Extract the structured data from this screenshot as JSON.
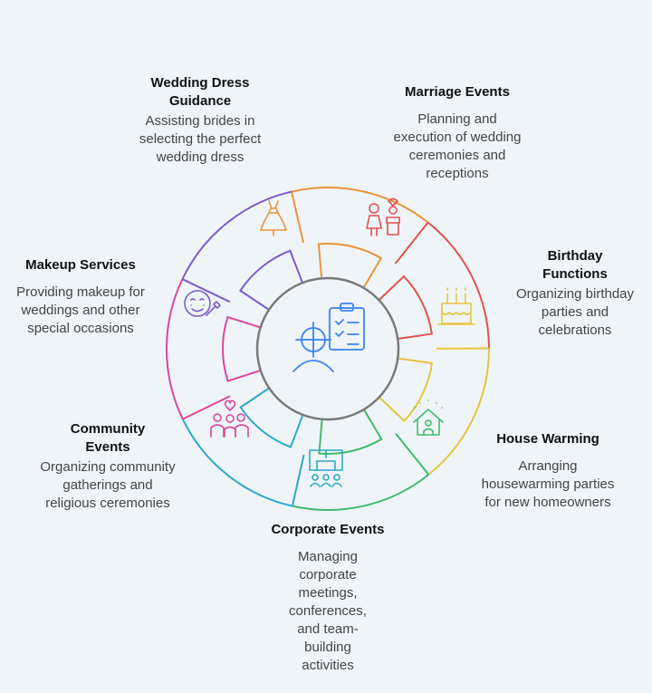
{
  "colors": {
    "background": "#eff4f9",
    "center_stroke": "#7a7a7a",
    "center_icon": "#3b82f6"
  },
  "center": {
    "icon": "event-planner-icon"
  },
  "segments": [
    {
      "key": "wedding_dress",
      "title": "Wedding Dress Guidance",
      "description": "Assisting brides in selecting the perfect wedding dress",
      "color": "#e89438",
      "icon": "wedding-dress-icon"
    },
    {
      "key": "marriage",
      "title": "Marriage Events",
      "description": "Planning and execution of wedding ceremonies and receptions",
      "color": "#e0524f",
      "icon": "couple-icon"
    },
    {
      "key": "birthday",
      "title": "Birthday Functions",
      "description": "Organizing birthday parties and celebrations",
      "color": "#e6c53d",
      "icon": "birthday-cake-icon"
    },
    {
      "key": "housewarming",
      "title": "House Warming",
      "description": "Arranging housewarming parties for new homeowners",
      "color": "#3ebd6d",
      "icon": "house-icon"
    },
    {
      "key": "corporate",
      "title": "Corporate Events",
      "description": "Managing corporate meetings, conferences, and team-building activities",
      "color": "#2ba8c9",
      "icon": "conference-icon"
    },
    {
      "key": "community",
      "title": "Community Events",
      "description": "Organizing community gatherings and religious ceremonies",
      "color": "#d9489c",
      "icon": "community-icon"
    },
    {
      "key": "makeup",
      "title": "Makeup Services",
      "description": "Providing makeup for weddings and other special occasions",
      "color": "#7e5ad0",
      "icon": "makeup-icon"
    }
  ]
}
